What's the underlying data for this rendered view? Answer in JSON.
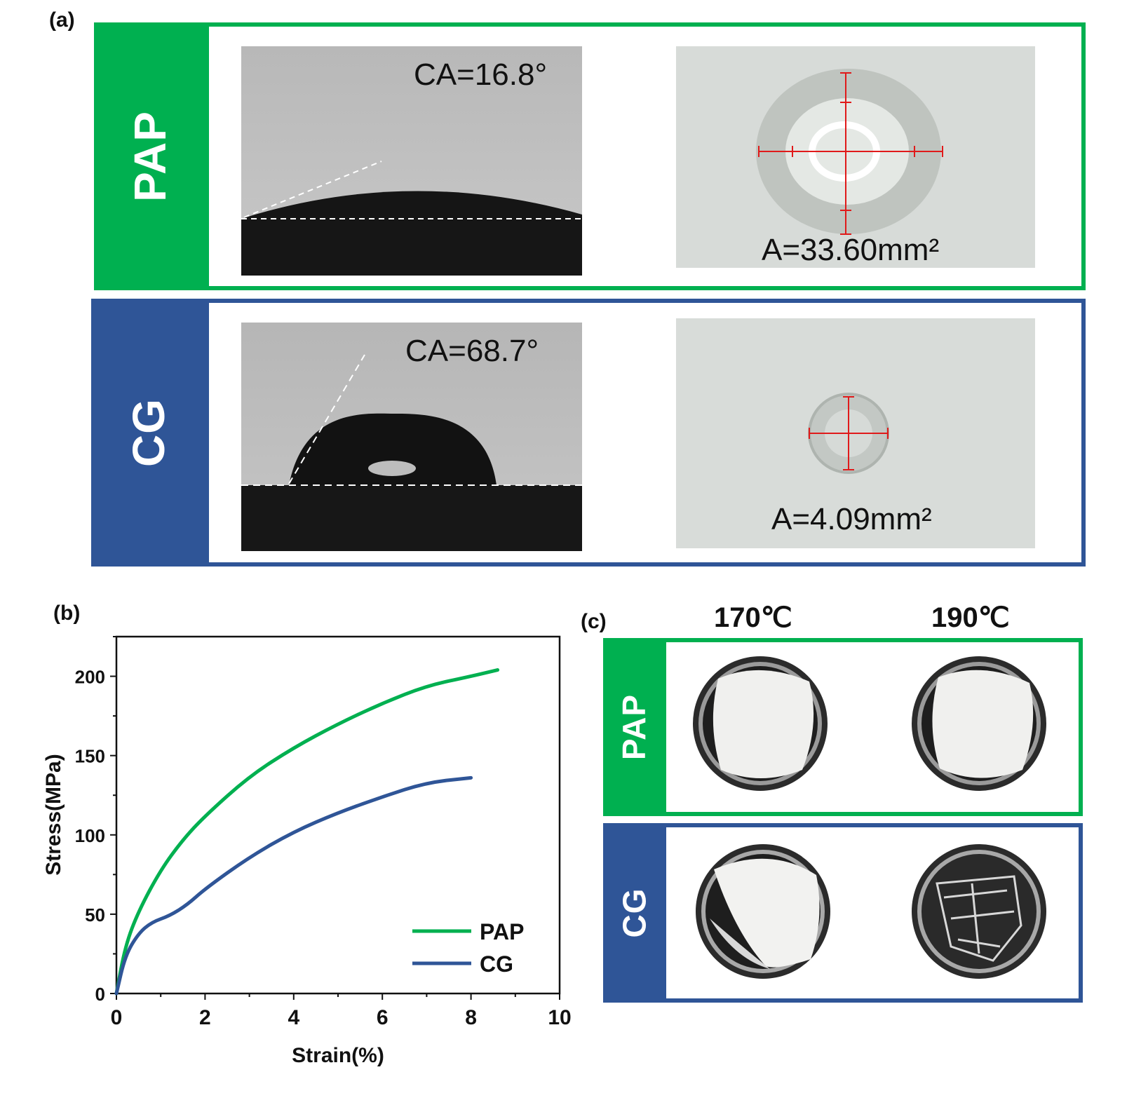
{
  "panel_a": {
    "label": "(a)",
    "rows": [
      {
        "tab": "PAP",
        "contact_angle": "CA=16.8°",
        "area": "A=33.60mm²"
      },
      {
        "tab": "CG",
        "contact_angle": "CA=68.7°",
        "area": "A=4.09mm²"
      }
    ]
  },
  "panel_b": {
    "label": "(b)"
  },
  "panel_c": {
    "label": "(c)",
    "temperatures": [
      "170℃",
      "190℃"
    ],
    "rows": [
      {
        "tab": "PAP"
      },
      {
        "tab": "CG"
      }
    ]
  },
  "colors": {
    "pap": "#00b050",
    "cg": "#2f5597"
  },
  "chart_data": {
    "type": "line",
    "xlabel": "Strain(%)",
    "ylabel": "Stress(MPa)",
    "xlim": [
      0,
      10
    ],
    "ylim": [
      0,
      225
    ],
    "xticks": [
      0,
      2,
      4,
      6,
      8,
      10
    ],
    "yticks": [
      0,
      50,
      100,
      150,
      200
    ],
    "grid": false,
    "legend_position": "bottom-right",
    "series": [
      {
        "name": "PAP",
        "color": "#00b050",
        "x": [
          0,
          0.2,
          0.5,
          1,
          1.5,
          2,
          3,
          4,
          5,
          6,
          7,
          8,
          8.6
        ],
        "y": [
          0,
          30,
          52,
          78,
          97,
          112,
          137,
          155,
          170,
          183,
          194,
          200,
          204
        ]
      },
      {
        "name": "CG",
        "color": "#2f5597",
        "x": [
          0,
          0.2,
          0.5,
          0.8,
          1.2,
          1.6,
          2,
          3,
          4,
          5,
          6,
          7,
          8
        ],
        "y": [
          0,
          24,
          38,
          45,
          49,
          56,
          66,
          86,
          102,
          114,
          124,
          133,
          136
        ]
      }
    ]
  }
}
